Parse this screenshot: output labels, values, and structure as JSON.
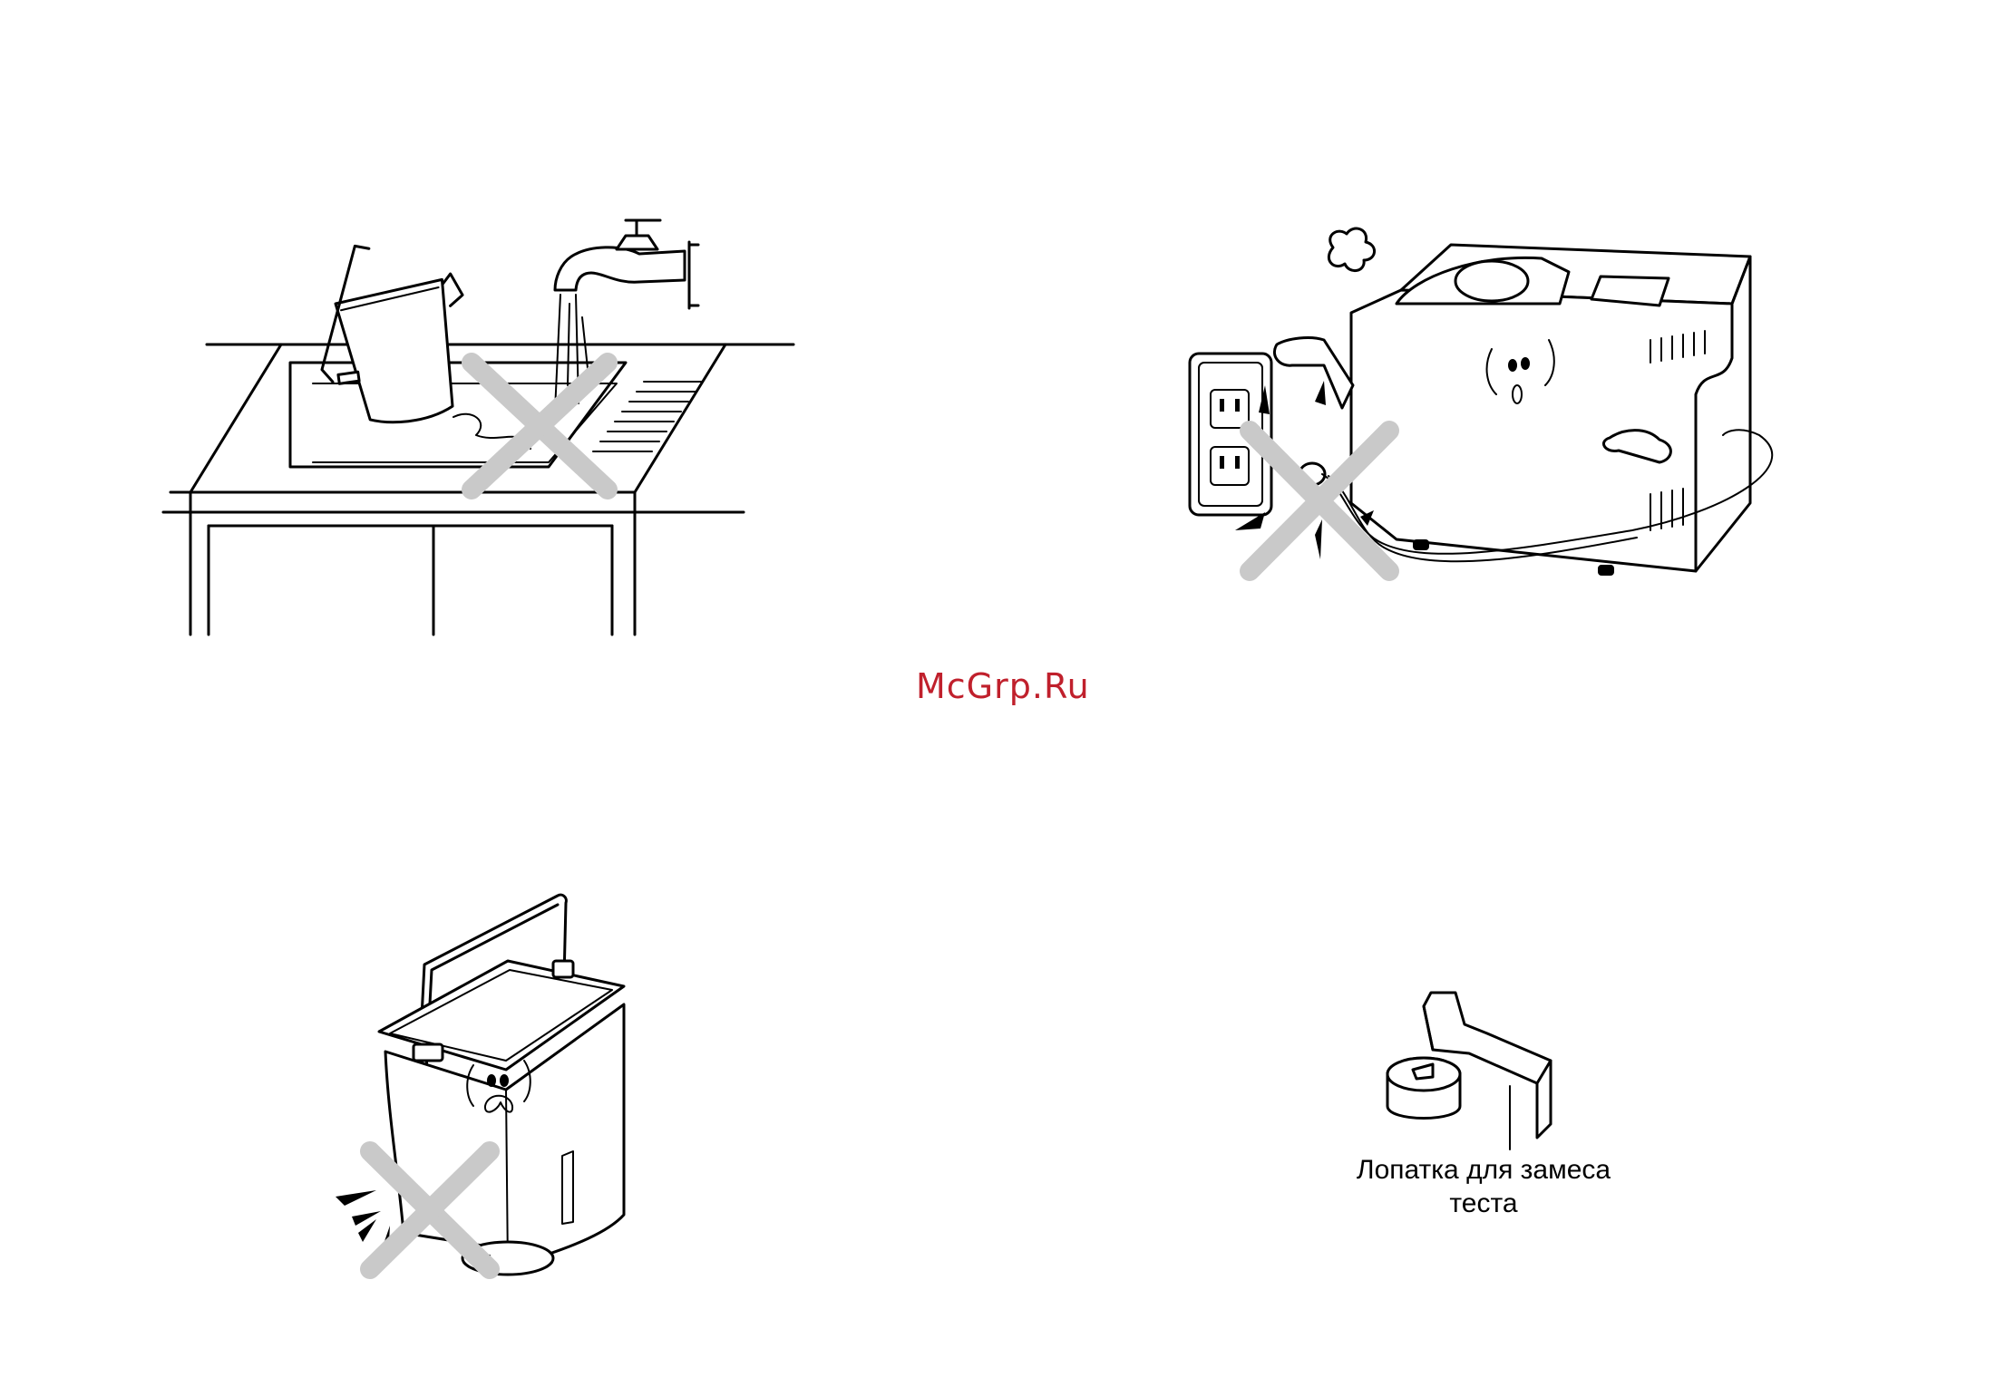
{
  "watermark": {
    "text": "McGrp.Ru",
    "color": "#c0202c"
  },
  "caption": {
    "line1": "Лопатка для замеса",
    "line2": "теста"
  },
  "colors": {
    "prohibition_cross": "#c9c9c9",
    "line_art": "#000000"
  },
  "icons": [
    "sink-washing-pan-prohibited-illustration",
    "breadmaker-unplugging-by-cord-prohibited-illustration",
    "bread-pan-dropped-prohibited-illustration",
    "kneading-blade-illustration"
  ]
}
